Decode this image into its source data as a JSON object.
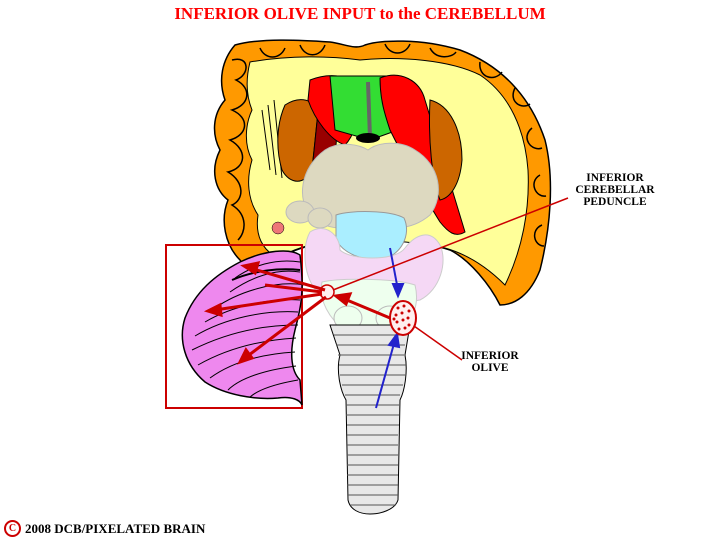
{
  "title": "INFERIOR OLIVE INPUT to the CEREBELLUM",
  "labels": {
    "icp_line1": "INFERIOR",
    "icp_line2": "CEREBELLAR",
    "icp_line3": "PEDUNCLE",
    "io_line1": "INFERIOR",
    "io_line2": "OLIVE"
  },
  "copyright": {
    "symbol": "C",
    "text": "2008  DCB/PIXELATED BRAIN"
  },
  "colors": {
    "title": "#ff0000",
    "cortex": "#ff9900",
    "white_matter": "#ffff99",
    "cerebellum": "#ee88ee",
    "pathway": "#cc0000",
    "ascending": "#2222cc",
    "striatum": "#ff0000",
    "septum": "#33dd33",
    "thalamus": "#ddd9c0",
    "midbrain": "#aaeeff",
    "pons": "#f5d8f5",
    "medulla": "#eeffee",
    "spinal_cord": "#cccccc"
  }
}
